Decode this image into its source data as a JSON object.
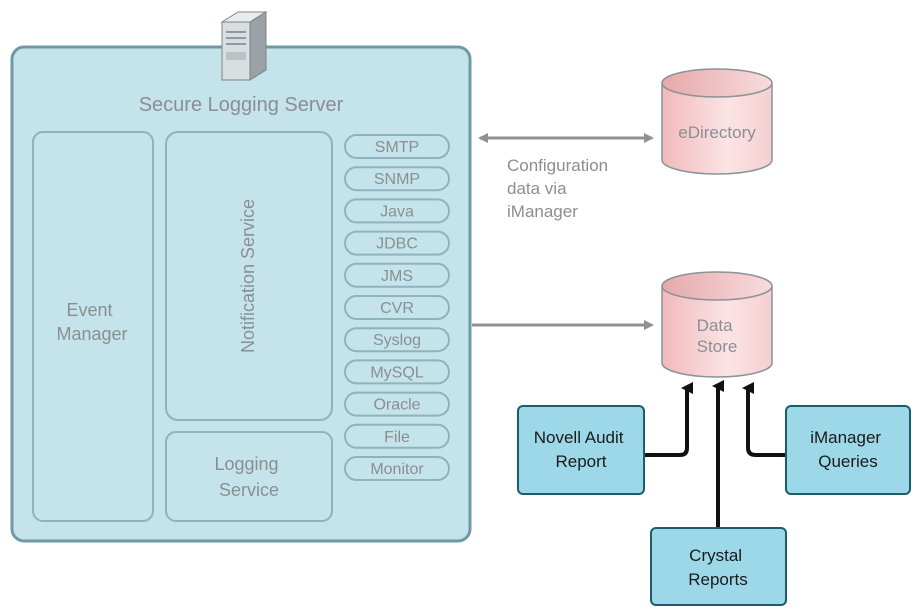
{
  "server": {
    "title": "Secure Logging Server",
    "event_manager": [
      "Event",
      "Manager"
    ],
    "notification_service": "Notification Service",
    "logging_service": [
      "Logging",
      "Service"
    ],
    "channels": [
      "SMTP",
      "SNMP",
      "Java",
      "JDBC",
      "JMS",
      "CVR",
      "Syslog",
      "MySQL",
      "Oracle",
      "File",
      "Monitor"
    ]
  },
  "edirectory": {
    "label": "eDirectory",
    "link_note": [
      "Configuration",
      "data via",
      "iManager"
    ]
  },
  "data_store": {
    "label": [
      "Data",
      "Store"
    ]
  },
  "clients": {
    "novell_audit": [
      "Novell Audit",
      "Report"
    ],
    "crystal": [
      "Crystal",
      "Reports"
    ],
    "imanager_queries": [
      "iManager",
      "Queries"
    ]
  },
  "colors": {
    "server_fill": "#c4e3ea",
    "server_border": "#6e9aa5",
    "db_fill": "#f4c5c7",
    "client_fill": "#9dd8e8",
    "client_border": "#1a5e6e",
    "arrow_grey": "#8c9295"
  }
}
